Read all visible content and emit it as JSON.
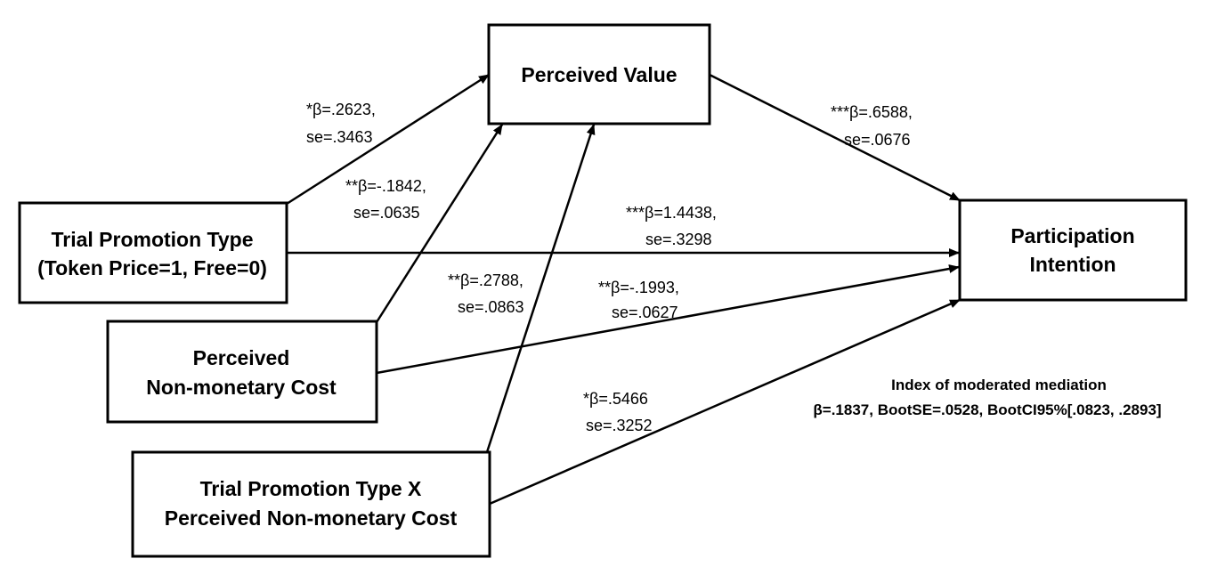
{
  "nodes": {
    "perceived_value": {
      "lines": [
        "Perceived Value"
      ]
    },
    "trial_promotion_type": {
      "lines": [
        "Trial Promotion Type",
        "(Token Price=1, Free=0)"
      ]
    },
    "non_monetary_cost": {
      "lines": [
        "Perceived",
        "Non-monetary Cost"
      ]
    },
    "interaction": {
      "lines": [
        "Trial Promotion Type X",
        "Perceived Non-monetary Cost"
      ]
    },
    "participation_intention": {
      "lines": [
        "Participation",
        "Intention"
      ]
    }
  },
  "paths": {
    "tpt_to_pv": {
      "beta": "*β=.2623,",
      "se": "se=.3463"
    },
    "nmc_to_pv": {
      "beta": "**β=-.1842,",
      "se": "se=.0635"
    },
    "int_to_pv": {
      "beta": "**β=.2788,",
      "se": "se=.0863"
    },
    "pv_to_pi": {
      "beta": "***β=.6588,",
      "se": "se=.0676"
    },
    "tpt_to_pi": {
      "beta": "***β=1.4438,",
      "se": "se=.3298"
    },
    "nmc_to_pi": {
      "beta": "**β=-.1993,",
      "se": "se=.0627"
    },
    "int_to_pi": {
      "beta": "*β=.5466",
      "se": "se=.3252"
    }
  },
  "note": {
    "title": "Index of moderated mediation",
    "value": "β=.1837, BootSE=.0528, BootCI95%[.0823, .2893]"
  }
}
